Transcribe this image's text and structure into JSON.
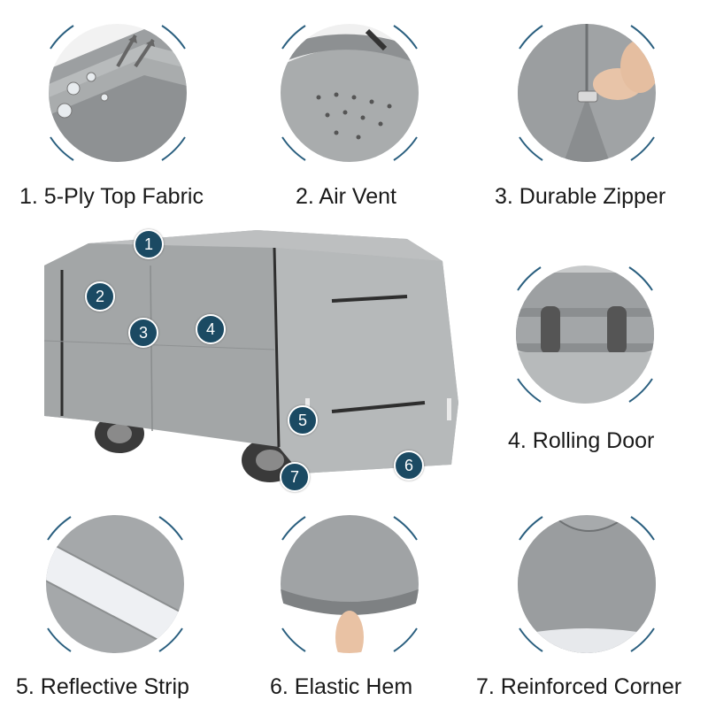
{
  "features": [
    {
      "number": "1",
      "caption": "1. 5-Ply Top Fabric",
      "icon": "layered-fabric-icon"
    },
    {
      "number": "2",
      "caption": "2. Air Vent",
      "icon": "air-vent-icon"
    },
    {
      "number": "3",
      "caption": "3. Durable Zipper",
      "icon": "zipper-icon"
    },
    {
      "number": "4",
      "caption": "4. Rolling Door",
      "icon": "rolled-door-icon"
    },
    {
      "number": "5",
      "caption": "5. Reflective Strip",
      "icon": "reflective-strip-icon"
    },
    {
      "number": "6",
      "caption": "6. Elastic Hem",
      "icon": "elastic-hem-icon"
    },
    {
      "number": "7",
      "caption": "7. Reinforced Corner",
      "icon": "reinforced-corner-icon"
    }
  ],
  "colors": {
    "badge": "#1b4a63",
    "ring": "#2a5f7f",
    "fabric": "#a9acad",
    "fabric_dark": "#7d8082"
  }
}
